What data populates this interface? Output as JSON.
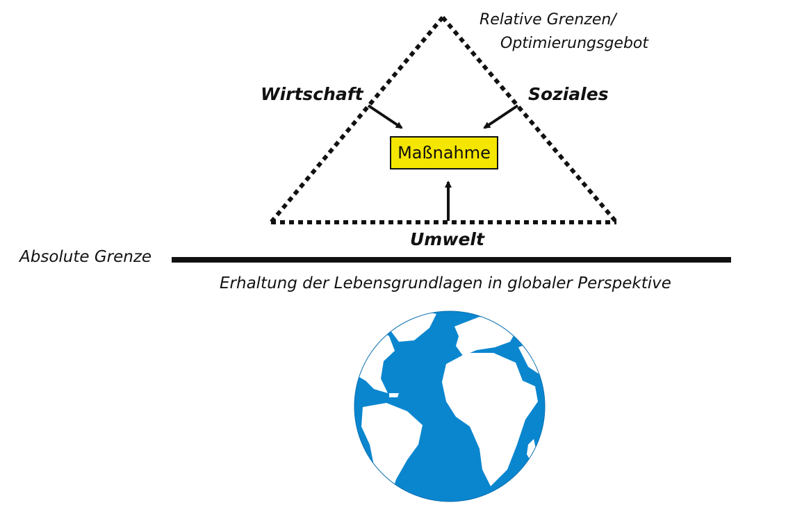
{
  "labels": {
    "relative_limits_line1": "Relative Grenzen/",
    "relative_limits_line2": "Optimierungsgebot",
    "economy": "Wirtschaft",
    "social": "Soziales",
    "environment": "Umwelt",
    "measure": "Maßnahme",
    "absolute_limit": "Absolute Grenze",
    "preservation": "Erhaltung der Lebensgrundlagen in globaler Perspektive"
  },
  "colors": {
    "measure_box": "#f5e600",
    "globe_ocean": "#0a86cf",
    "globe_land": "#ffffff",
    "lines": "#111111"
  },
  "icons": {
    "globe": "earth-globe-icon"
  }
}
